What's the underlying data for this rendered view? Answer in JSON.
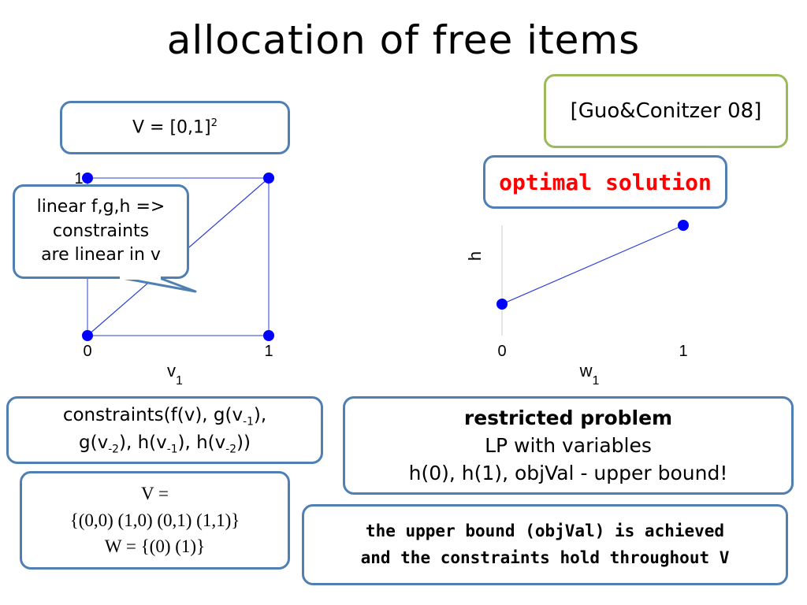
{
  "title": "allocation of free items",
  "v_box": {
    "base": "V = [0,1]",
    "sup": "2"
  },
  "citation": "[Guo&Conitzer 08]",
  "optimal": "optimal solution",
  "callout": {
    "line1": "linear f,g,h =>",
    "line2": "constraints",
    "line3": "are linear in v"
  },
  "left_plot": {
    "tick_x0": "0",
    "tick_x1": "1",
    "tick_y1": "1",
    "xlabel_main": "v",
    "xlabel_sub": "1",
    "points": [
      [
        0,
        0
      ],
      [
        1,
        0
      ],
      [
        0,
        1
      ],
      [
        1,
        1
      ]
    ],
    "segment": [
      [
        0,
        0
      ],
      [
        1,
        1
      ]
    ]
  },
  "right_plot": {
    "tick_x0": "0",
    "tick_x1": "1",
    "ylabel": "h",
    "xlabel_main": "w",
    "xlabel_sub": "1",
    "points": [
      [
        0,
        0.2
      ],
      [
        1,
        0.75
      ]
    ]
  },
  "constraints": {
    "p1": "constraints(f(v), g(v",
    "s1": "-1",
    "p2": "),",
    "p3": "g(v",
    "s2": "-2",
    "p4": "), h(v",
    "s3": "-1",
    "p5": "), h(v",
    "s4": "-2",
    "p6": "))"
  },
  "sets": {
    "line1": "V =",
    "line2": "{(0,0) (1,0) (0,1) (1,1)}",
    "line3": "W = {(0) (1)}"
  },
  "restricted": {
    "heading": "restricted problem",
    "line1": "LP with variables",
    "line2": "h(0), h(1), objVal - upper bound!"
  },
  "upper": {
    "line1": "the upper bound (objVal) is achieved",
    "line2": "and the constraints hold throughout V"
  },
  "colors": {
    "accent": "#4f7fb3",
    "green": "#9bbb59",
    "point": "#0000ff",
    "line": "#2b3fd6",
    "red": "#ff0000"
  }
}
